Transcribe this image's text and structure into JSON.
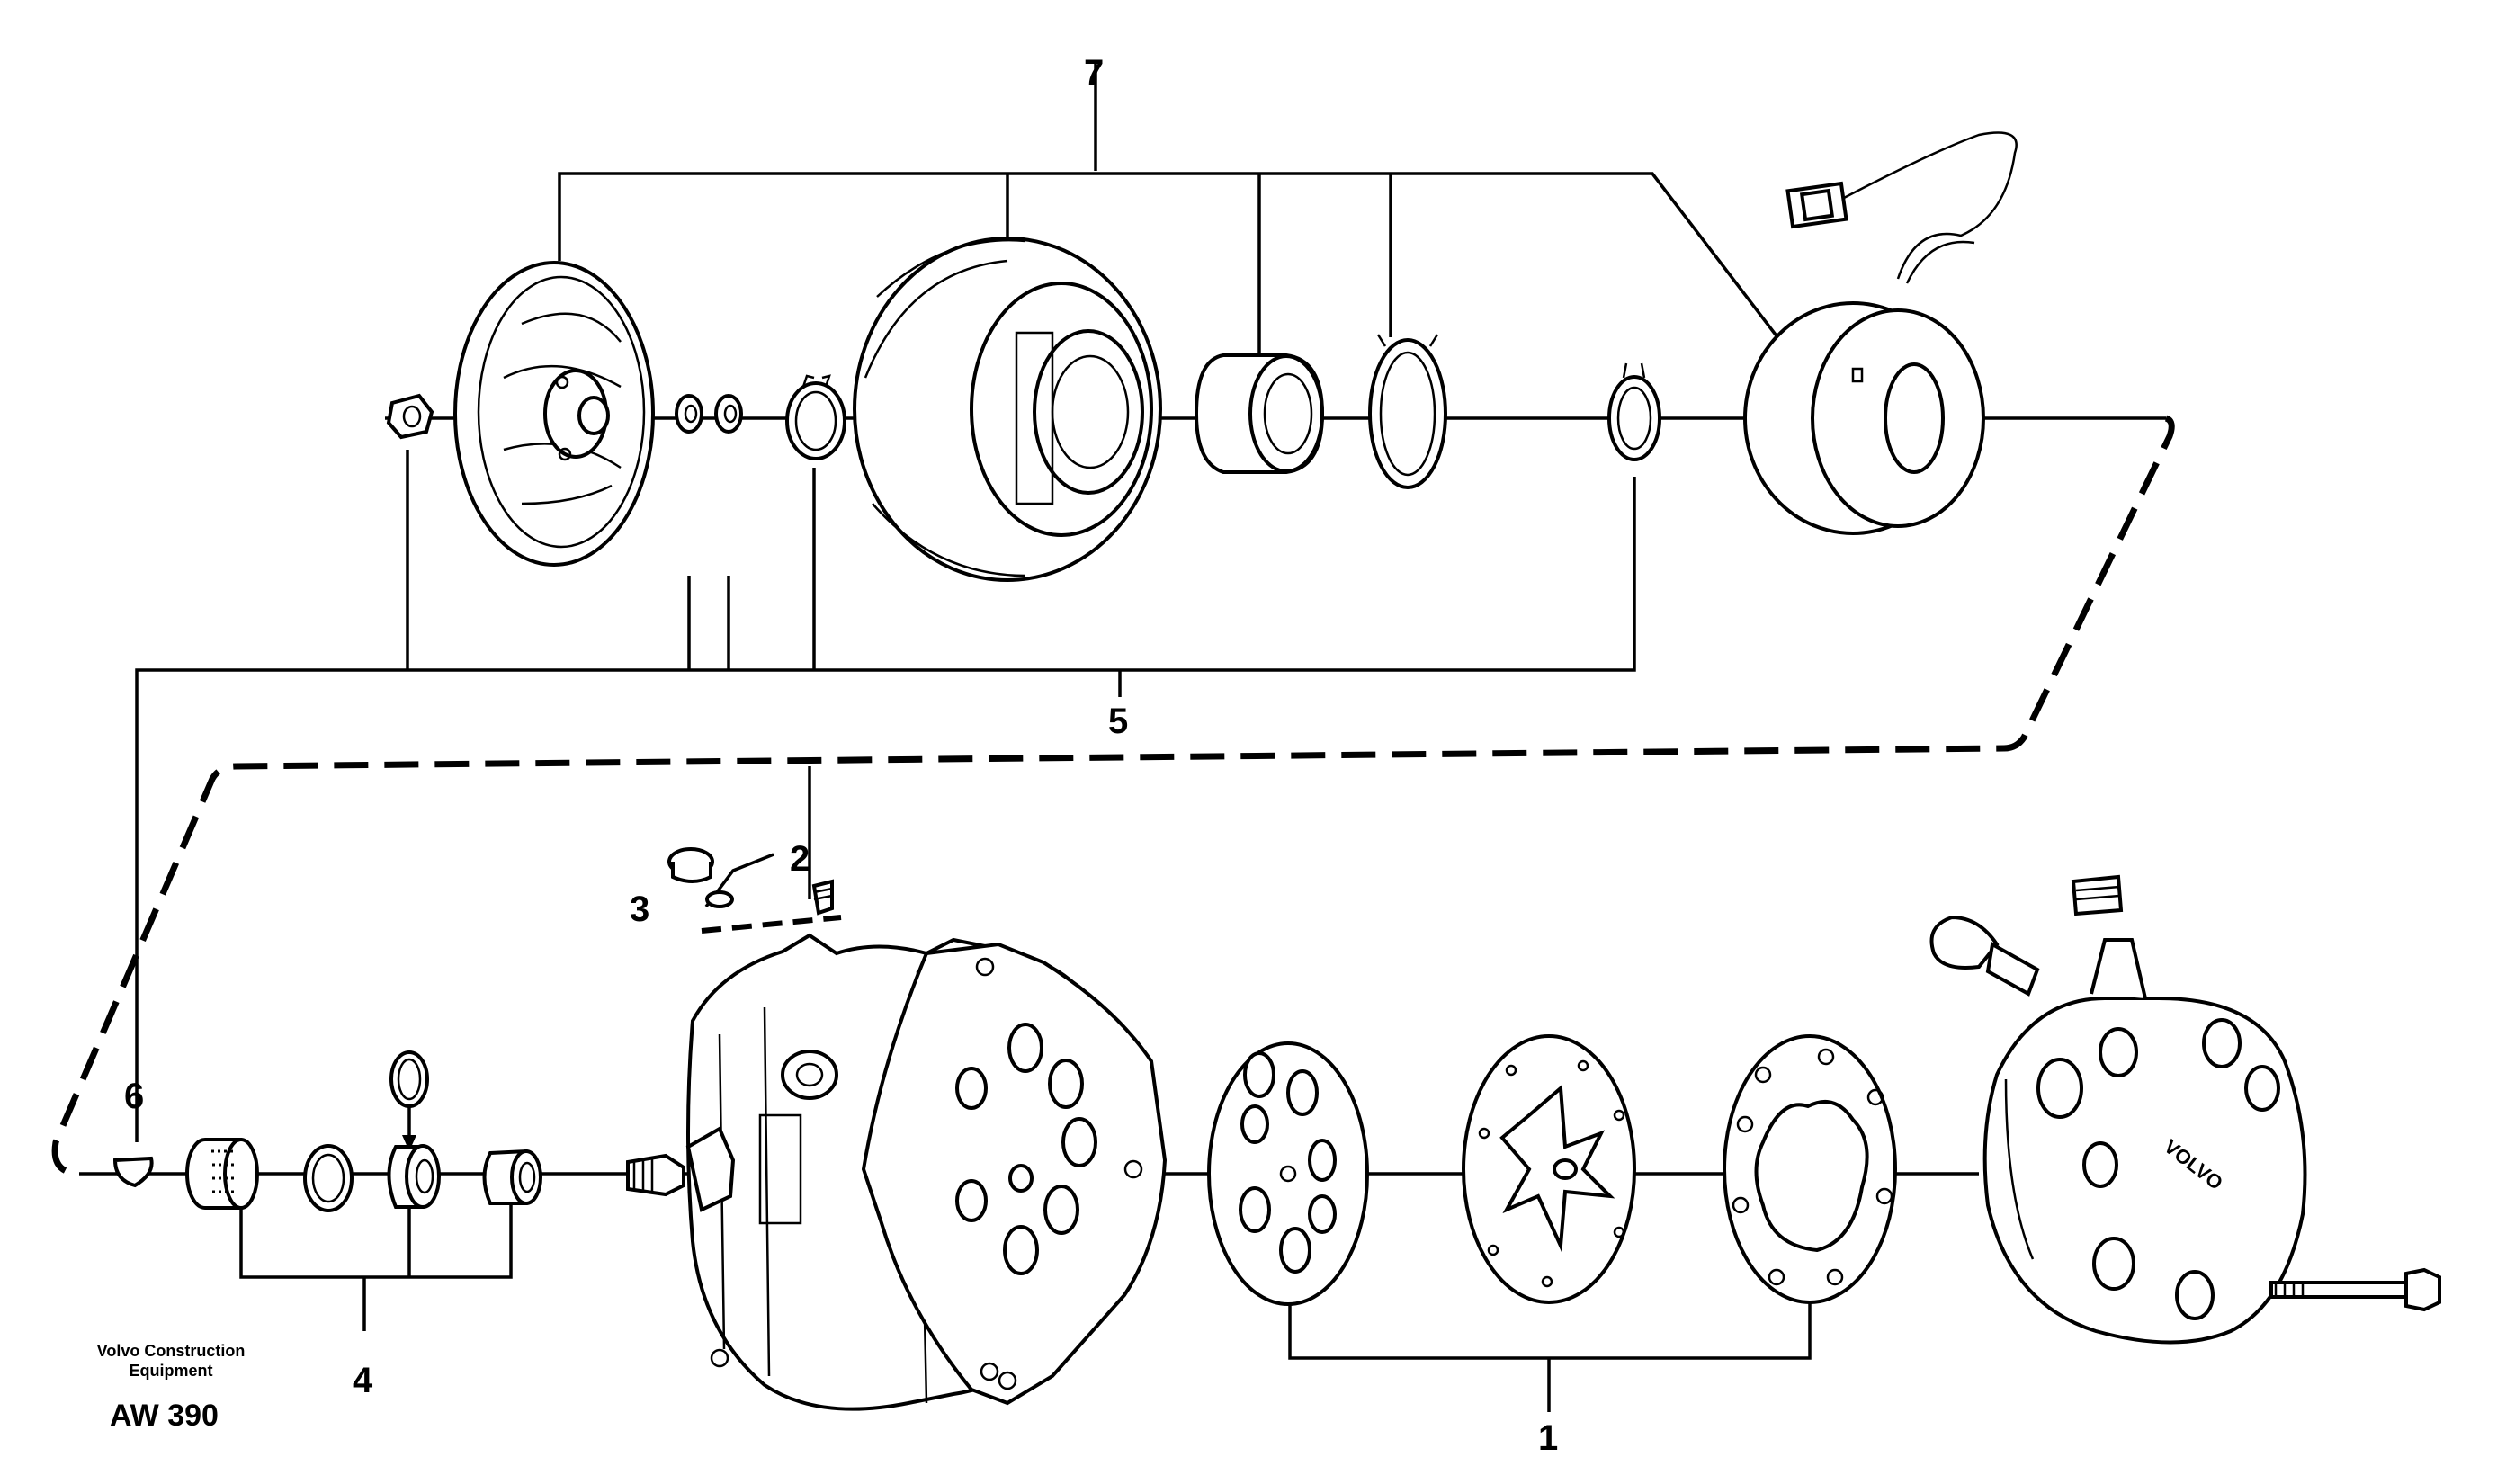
{
  "callouts": {
    "c1": "1",
    "c2": "2",
    "c3": "3",
    "c4": "4",
    "c5": "5",
    "c6": "6",
    "c7": "7"
  },
  "caption": {
    "company_line1": "Volvo Construction",
    "company_line2": "Equipment",
    "code": "AW 390"
  },
  "part_markings": {
    "head_brand": "VOLVO"
  }
}
